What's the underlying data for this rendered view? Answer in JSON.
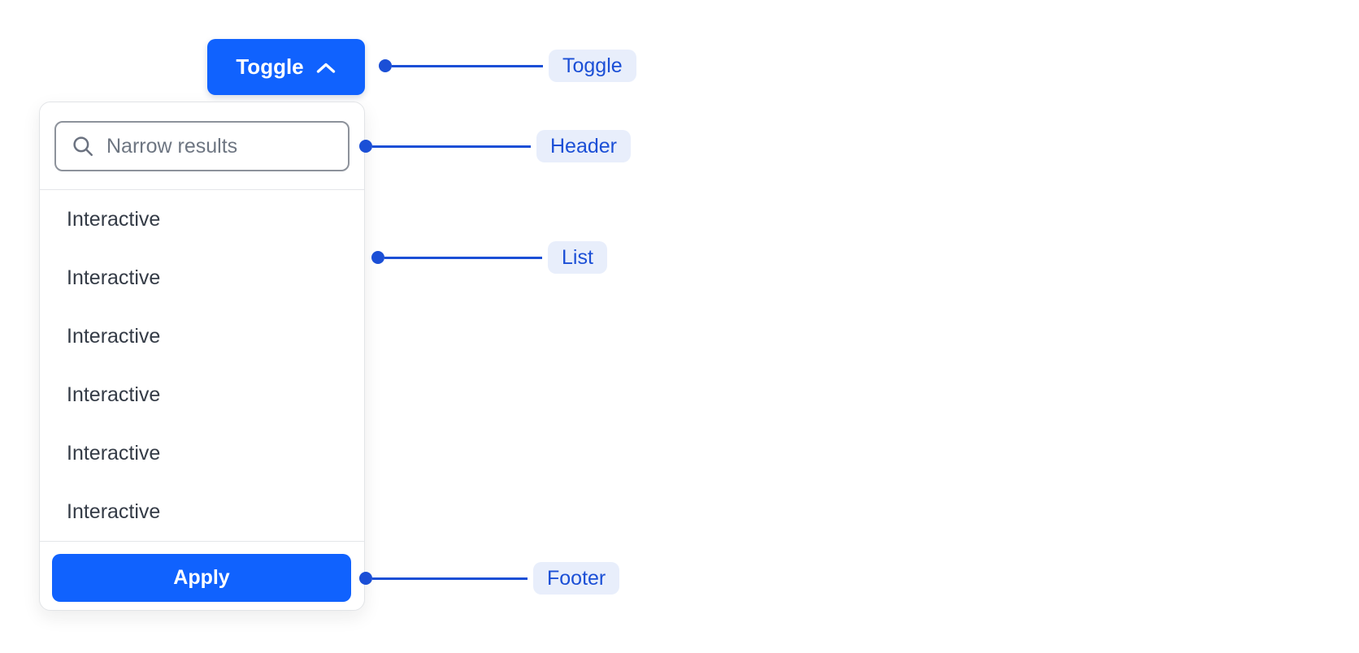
{
  "toggle_button": {
    "label": "Toggle",
    "icon": "chevron-up-icon"
  },
  "popover": {
    "header": {
      "search": {
        "placeholder": "Narrow results",
        "value": "",
        "icon": "search-icon"
      }
    },
    "list": {
      "items": [
        "Interactive",
        "Interactive",
        "Interactive",
        "Interactive",
        "Interactive",
        "Interactive"
      ]
    },
    "footer": {
      "apply_label": "Apply"
    }
  },
  "annotations": {
    "toggle": {
      "label": "Toggle"
    },
    "header": {
      "label": "Header"
    },
    "list": {
      "label": "List"
    },
    "footer": {
      "label": "Footer"
    }
  },
  "colors": {
    "primary_blue": "#1062fe",
    "annotation_blue": "#1b4fd6",
    "annotation_chip_bg": "#e8eefb",
    "panel_border": "#e2e4e7",
    "input_border": "#8d929b",
    "list_text": "#343b46",
    "placeholder_text": "#6e7682",
    "icon_gray": "#6b7280"
  }
}
